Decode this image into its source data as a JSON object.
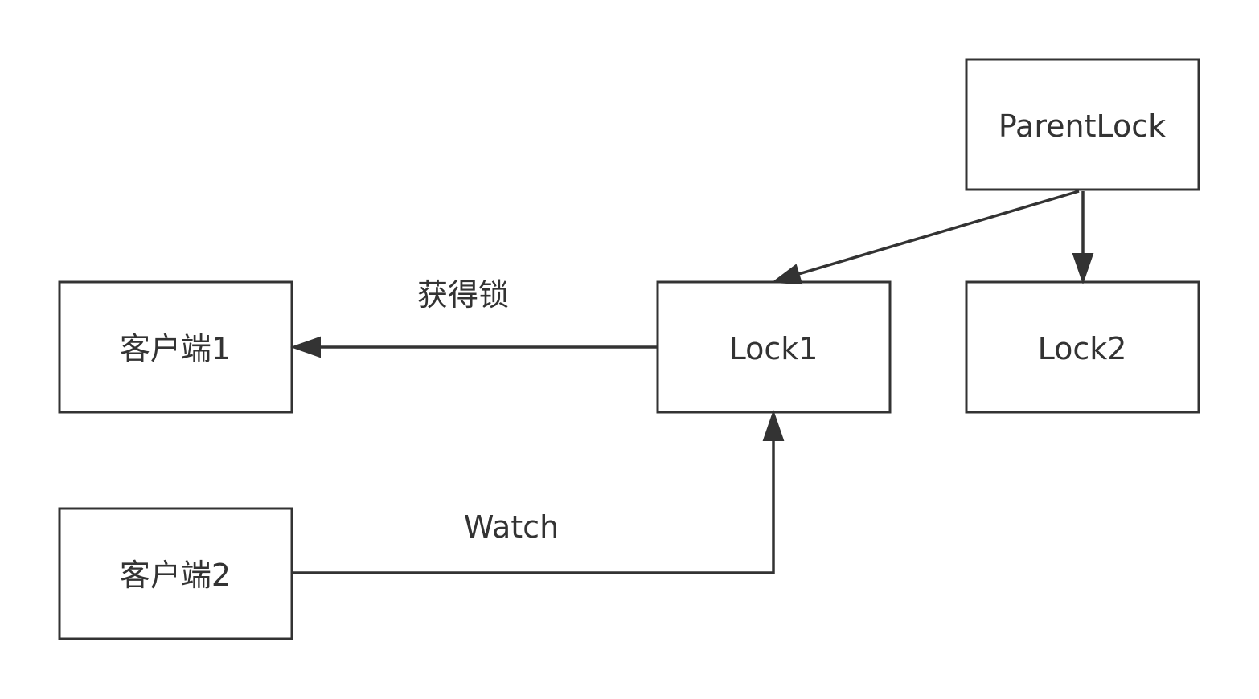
{
  "colors": {
    "stroke": "#333333",
    "text": "#333333",
    "background": "#ffffff"
  },
  "nodes": {
    "client1": {
      "label": "客户端1"
    },
    "client2": {
      "label": "客户端2"
    },
    "lock1": {
      "label": "Lock1"
    },
    "lock2": {
      "label": "Lock2"
    },
    "parent_lock": {
      "label": "ParentLock"
    }
  },
  "edges": {
    "lock1_to_client1": {
      "from": "Lock1",
      "to": "客户端1",
      "label": "获得锁"
    },
    "client2_to_lock1": {
      "from": "客户端2",
      "to": "Lock1",
      "label": "Watch"
    },
    "parent_to_lock1": {
      "from": "ParentLock",
      "to": "Lock1"
    },
    "parent_to_lock2": {
      "from": "ParentLock",
      "to": "Lock2"
    }
  }
}
